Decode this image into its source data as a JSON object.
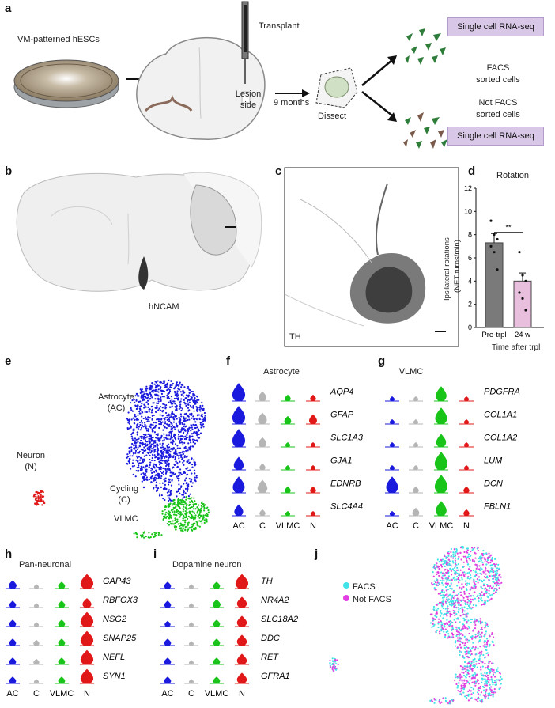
{
  "panels": {
    "a": "a",
    "b": "b",
    "c": "c",
    "d": "d",
    "e": "e",
    "f": "f",
    "g": "g",
    "h": "h",
    "i": "i",
    "j": "j"
  },
  "a": {
    "hesc_label": "VM-patterned hESCs",
    "transplant_label": "Transplant",
    "lesion_label_1": "Lesion",
    "lesion_label_2": "side",
    "duration_label": "9 months",
    "dissect_label": "Dissect",
    "seq_top": "Single cell RNA-seq",
    "facs_1": "FACS",
    "facs_2": "sorted cells",
    "notfacs_1": "Not FACS",
    "notfacs_2": "sorted cells",
    "seq_bottom": "Single cell RNA-seq"
  },
  "b": {
    "stain": "hNCAM"
  },
  "c": {
    "stain": "TH"
  },
  "d": {
    "chart_data": {
      "type": "bar",
      "title": "Rotation",
      "ylabel_1": "Ipsilateral rotations",
      "ylabel_2": "(NET turns/min)",
      "xlabel": "Time after trpl",
      "categories": [
        "Pre-trpl",
        "24 w"
      ],
      "values": [
        7.3,
        4.0
      ],
      "errors": [
        0.8,
        0.7
      ],
      "points": [
        [
          9.2,
          8.0,
          7.6,
          7.0,
          6.5,
          5.0
        ],
        [
          6.5,
          4.5,
          4.0,
          3.0,
          2.5,
          1.5
        ]
      ],
      "ylim": [
        0,
        12
      ],
      "yticks": [
        "0",
        "2",
        "4",
        "6",
        "8",
        "10",
        "12"
      ],
      "significance": "**",
      "colors": [
        "#7a7a7a",
        "#e8bfdd"
      ]
    }
  },
  "e": {
    "clusters": [
      {
        "name_1": "Astrocyte",
        "name_2": "(AC)"
      },
      {
        "name_1": "Neuron",
        "name_2": "(N)"
      },
      {
        "name_1": "Cycling",
        "name_2": "(C)"
      },
      {
        "name_1": "VLMC",
        "name_2": ""
      }
    ]
  },
  "violin_axis": [
    "AC",
    "C",
    "VLMC",
    "N"
  ],
  "f": {
    "title": "Astrocyte",
    "genes": [
      "AQP4",
      "GFAP",
      "SLC1A3",
      "GJA1",
      "EDNRB",
      "SLC4A4"
    ]
  },
  "g": {
    "title": "VLMC",
    "genes": [
      "PDGFRA",
      "COL1A1",
      "COL1A2",
      "LUM",
      "DCN",
      "FBLN1"
    ]
  },
  "h": {
    "title": "Pan-neuronal",
    "genes": [
      "GAP43",
      "RBFOX3",
      "NSG2",
      "SNAP25",
      "NEFL",
      "SYN1"
    ]
  },
  "i": {
    "title": "Dopamine neuron",
    "genes": [
      "TH",
      "NR4A2",
      "SLC18A2",
      "DDC",
      "RET",
      "GFRA1"
    ]
  },
  "j": {
    "legend": [
      "FACS",
      "Not FACS"
    ],
    "colors": [
      "#3fe3e8",
      "#e23fe0"
    ]
  },
  "colors": {
    "AC": "#1a1adf",
    "C": "#b5b5b5",
    "VLMC": "#18c418",
    "N": "#e01818"
  }
}
